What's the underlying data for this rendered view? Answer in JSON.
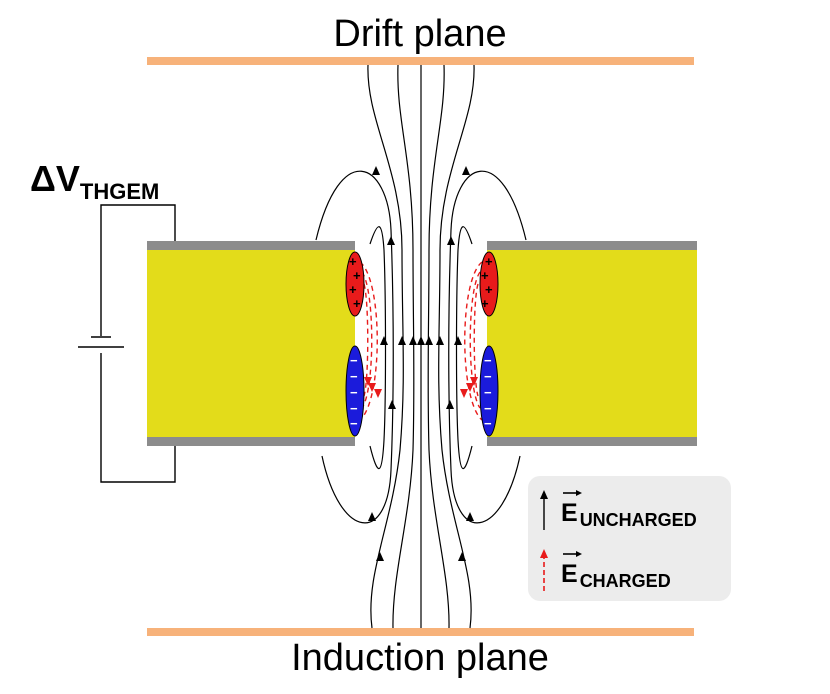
{
  "labels": {
    "drift_plane": "Drift plane",
    "induction_plane": "Induction plane",
    "voltage_main": "ΔV",
    "voltage_sub": "THGEM"
  },
  "legend": {
    "uncharged_main": "E",
    "uncharged_sub": "UNCHARGED",
    "charged_main": "E",
    "charged_sub": "CHARGED"
  },
  "colors": {
    "plane": "#f7b27a",
    "dielectric": "#e3dc1a",
    "electrode": "#8c8c8c",
    "positive_charge": "#e81b1b",
    "negative_charge": "#1b1bdb",
    "uncharged_field": "#000000",
    "charged_field": "#e81b1b",
    "legend_bg": "#ececec"
  },
  "charges": {
    "positive_symbol": "+",
    "negative_symbol": "−"
  }
}
